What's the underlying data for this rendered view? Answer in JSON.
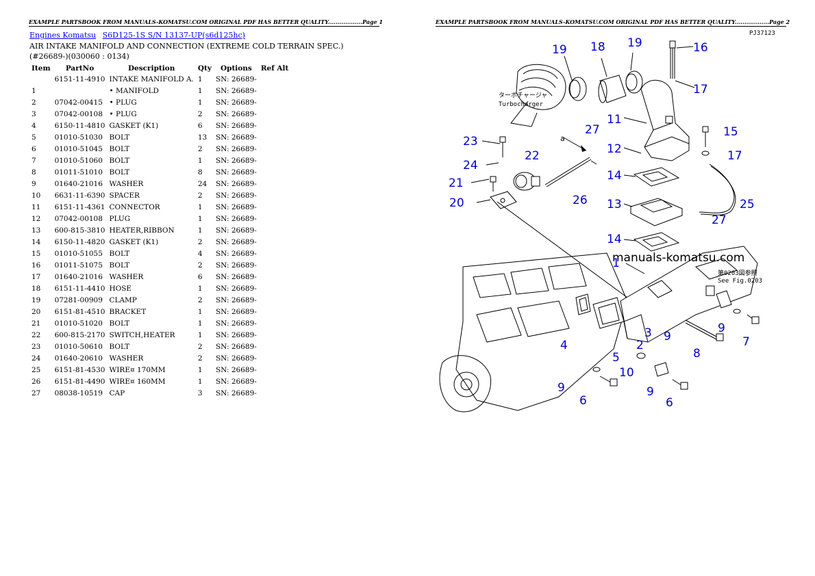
{
  "header_left": "EXAMPLE PARTSBOOK FROM MANUALS-KOMATSU.COM ORIGINAL PDF HAS BETTER QUALITY..................Page 1",
  "header_right": "EXAMPLE PARTSBOOK FROM MANUALS-KOMATSU.COM ORIGINAL PDF HAS BETTER QUALITY..................Page 2",
  "breadcrumb": {
    "link1": "Engines Komatsu",
    "link2": "S6D125-1S S/N 13137-UP(s6d125hc)"
  },
  "section_title": "AIR INTAKE MANIFOLD AND CONNECTION (EXTREME COLD TERRAIN SPEC.)(#26689-)(030060 : 0134)",
  "columns": [
    "Item",
    "PartNo",
    "Description",
    "Qty",
    "Options",
    "Ref Alt"
  ],
  "rows": [
    {
      "item": "",
      "part": "6151-11-4910",
      "desc": "INTAKE MANIFOLD A.",
      "qty": "1",
      "opt": "SN: 26689-"
    },
    {
      "item": "1",
      "part": "",
      "desc": "• MANIFOLD",
      "qty": "1",
      "opt": "SN: 26689-"
    },
    {
      "item": "2",
      "part": "07042-00415",
      "desc": "• PLUG",
      "qty": "1",
      "opt": "SN: 26689-"
    },
    {
      "item": "3",
      "part": "07042-00108",
      "desc": "• PLUG",
      "qty": "2",
      "opt": "SN: 26689-"
    },
    {
      "item": "4",
      "part": "6150-11-4810",
      "desc": "GASKET (K1)",
      "qty": "6",
      "opt": "SN: 26689-"
    },
    {
      "item": "5",
      "part": "01010-51030",
      "desc": "BOLT",
      "qty": "13",
      "opt": "SN: 26689-"
    },
    {
      "item": "6",
      "part": "01010-51045",
      "desc": "BOLT",
      "qty": "2",
      "opt": "SN: 26689-"
    },
    {
      "item": "7",
      "part": "01010-51060",
      "desc": "BOLT",
      "qty": "1",
      "opt": "SN: 26689-"
    },
    {
      "item": "8",
      "part": "01011-51010",
      "desc": "BOLT",
      "qty": "8",
      "opt": "SN: 26689-"
    },
    {
      "item": "9",
      "part": "01640-21016",
      "desc": "WASHER",
      "qty": "24",
      "opt": "SN: 26689-"
    },
    {
      "item": "10",
      "part": "6631-11-6390",
      "desc": "SPACER",
      "qty": "2",
      "opt": "SN: 26689-"
    },
    {
      "item": "11",
      "part": "6151-11-4361",
      "desc": "CONNECTOR",
      "qty": "1",
      "opt": "SN: 26689-"
    },
    {
      "item": "12",
      "part": "07042-00108",
      "desc": "PLUG",
      "qty": "1",
      "opt": "SN: 26689-"
    },
    {
      "item": "13",
      "part": "600-815-3810",
      "desc": "HEATER,RIBBON",
      "qty": "1",
      "opt": "SN: 26689-"
    },
    {
      "item": "14",
      "part": "6150-11-4820",
      "desc": "GASKET (K1)",
      "qty": "2",
      "opt": "SN: 26689-"
    },
    {
      "item": "15",
      "part": "01010-51055",
      "desc": "BOLT",
      "qty": "4",
      "opt": "SN: 26689-"
    },
    {
      "item": "16",
      "part": "01011-51075",
      "desc": "BOLT",
      "qty": "2",
      "opt": "SN: 26689-"
    },
    {
      "item": "17",
      "part": "01640-21016",
      "desc": "WASHER",
      "qty": "6",
      "opt": "SN: 26689-"
    },
    {
      "item": "18",
      "part": "6151-11-4410",
      "desc": "HOSE",
      "qty": "1",
      "opt": "SN: 26689-"
    },
    {
      "item": "19",
      "part": "07281-00909",
      "desc": "CLAMP",
      "qty": "2",
      "opt": "SN: 26689-"
    },
    {
      "item": "20",
      "part": "6151-81-4510",
      "desc": "BRACKET",
      "qty": "1",
      "opt": "SN: 26689-"
    },
    {
      "item": "21",
      "part": "01010-51020",
      "desc": "BOLT",
      "qty": "1",
      "opt": "SN: 26689-"
    },
    {
      "item": "22",
      "part": "600-815-2170",
      "desc": "SWITCH,HEATER",
      "qty": "1",
      "opt": "SN: 26689-"
    },
    {
      "item": "23",
      "part": "01010-50610",
      "desc": "BOLT",
      "qty": "2",
      "opt": "SN: 26689-"
    },
    {
      "item": "24",
      "part": "01640-20610",
      "desc": "WASHER",
      "qty": "2",
      "opt": "SN: 26689-"
    },
    {
      "item": "25",
      "part": "6151-81-4530",
      "desc": "WIRE¤ 170MM",
      "qty": "1",
      "opt": "SN: 26689-"
    },
    {
      "item": "26",
      "part": "6151-81-4490",
      "desc": "WIRE¤ 160MM",
      "qty": "1",
      "opt": "SN: 26689-"
    },
    {
      "item": "27",
      "part": "08038-10519",
      "desc": "CAP",
      "qty": "3",
      "opt": "SN: 26689-"
    }
  ],
  "diagram": {
    "fig_code": "PJ37123",
    "watermark": "manuals-komatsu.com",
    "turbo_jp": "ターボチャージャ",
    "turbo_en": "Turbocharger",
    "see_fig_jp": "第0203図参照",
    "see_fig_en": "See Fig.0203",
    "arrow_label": "a",
    "callouts": [
      "19",
      "18",
      "19",
      "16",
      "17",
      "11",
      "23",
      "27",
      "22",
      "24",
      "21",
      "20",
      "12",
      "15",
      "17",
      "14",
      "13",
      "25",
      "27",
      "26",
      "14",
      "1",
      "3",
      "2",
      "4",
      "5",
      "10",
      "9",
      "6",
      "9",
      "8",
      "9",
      "7",
      "9",
      "6"
    ]
  }
}
